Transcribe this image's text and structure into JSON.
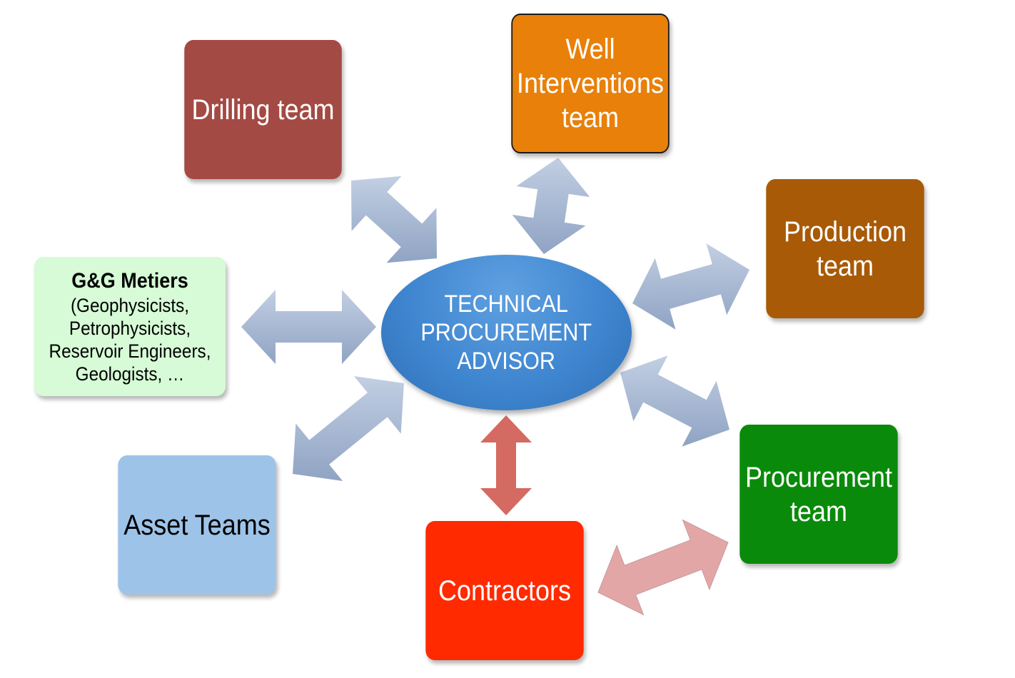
{
  "center": {
    "label": "TECHNICAL\nPROCUREMENT\nADVISOR",
    "color": "#3f86d0"
  },
  "nodes": {
    "drilling": {
      "label": "Drilling team",
      "color": "#a44a44"
    },
    "well": {
      "label": "Well\nInterventions\nteam",
      "color": "#e8800a"
    },
    "production": {
      "label": "Production\nteam",
      "color": "#a85a06"
    },
    "procurement": {
      "label": "Procurement\nteam",
      "color": "#0a8a0a"
    },
    "contractors": {
      "label": "Contractors",
      "color": "#ff2a00"
    },
    "asset": {
      "label": "Asset Teams",
      "color": "#9ec3e8"
    },
    "gg": {
      "title": "G&G Metiers",
      "details": "(Geophysicists,\nPetrophysicists,\nReservoir Engineers,\nGeologists, …",
      "color": "#d6fbd6"
    }
  },
  "connections": [
    {
      "from": "center",
      "to": "drilling",
      "style": "blue"
    },
    {
      "from": "center",
      "to": "well",
      "style": "blue"
    },
    {
      "from": "center",
      "to": "production",
      "style": "blue"
    },
    {
      "from": "center",
      "to": "procurement",
      "style": "blue"
    },
    {
      "from": "center",
      "to": "contractors",
      "style": "red"
    },
    {
      "from": "center",
      "to": "asset",
      "style": "blue"
    },
    {
      "from": "center",
      "to": "gg",
      "style": "blue"
    },
    {
      "from": "procurement",
      "to": "contractors",
      "style": "pink"
    }
  ],
  "arrow_colors": {
    "blue": "#a7b8d4",
    "red": "#d46a62",
    "pink": "#e3a6a6"
  }
}
